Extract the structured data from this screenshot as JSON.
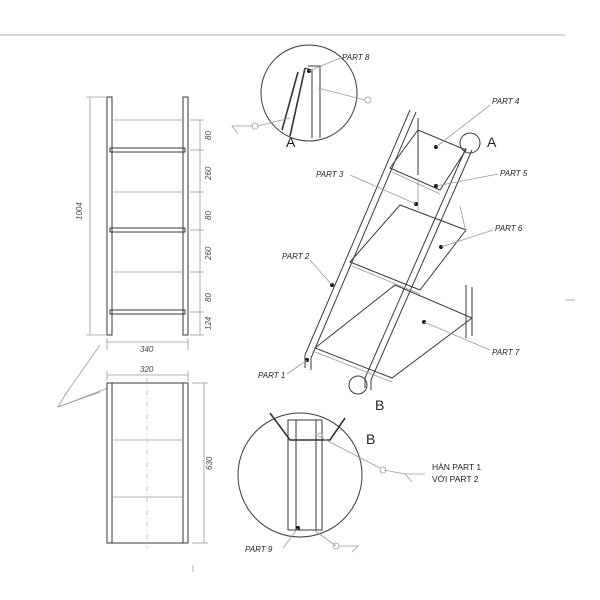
{
  "parts": {
    "p1": "PART 1",
    "p2": "PART 2",
    "p3": "PART 3",
    "p4": "PART 4",
    "p5": "PART 5",
    "p6": "PART 6",
    "p7": "PART 7",
    "p8": "PART 8",
    "p9": "PART 9"
  },
  "details": {
    "a": "A",
    "a2": "A",
    "b": "B",
    "b2": "B"
  },
  "dims": {
    "height": "1004",
    "width_front": "340",
    "width_top": "320",
    "depth": "630",
    "d1": "80",
    "d2": "260",
    "d3": "80",
    "d4": "260",
    "d5": "80",
    "d6": "124"
  },
  "weld_note": {
    "line1": "HÀN PART 1",
    "line2": "VỚI PART 2"
  }
}
